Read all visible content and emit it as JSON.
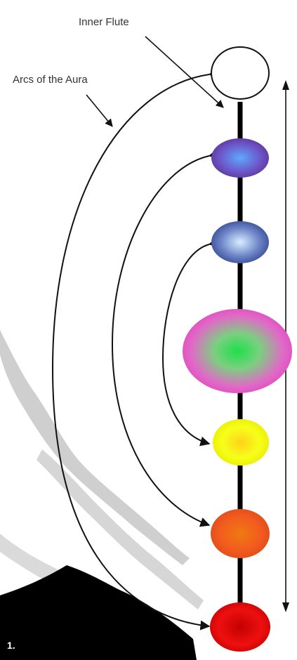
{
  "labels": {
    "inner_flute": "Inner Flute",
    "arcs_of_aura": "Arcs of the Aura",
    "figure_number": "1."
  },
  "chakras": [
    {
      "position": "top",
      "edge": "#111111",
      "outer": "#ffffff",
      "inner": "#ffffff"
    },
    {
      "position": "upper-2",
      "edge": "#5b2f8e",
      "outer": "#7b3fb0",
      "inner": "#5fa8ff"
    },
    {
      "position": "upper-3",
      "edge": "#2a3e8a",
      "outer": "#3c58ad",
      "inner": "#d8f0ff"
    },
    {
      "position": "middle",
      "edge": "#e03cc2",
      "outer": "#ef63cc",
      "inner": "#1ee04a"
    },
    {
      "position": "lower-3",
      "edge": "#e8e800",
      "outer": "#fbff1c",
      "inner": "#ffd21a"
    },
    {
      "position": "lower-2",
      "edge": "#d84a14",
      "outer": "#f25a20",
      "inner": "#f07a10"
    },
    {
      "position": "bottom",
      "edge": "#c00000",
      "outer": "#ee1010",
      "inner": "#c40000"
    }
  ],
  "colors": {
    "flute": "#000000",
    "arc": "#111111",
    "background_shape": "#cfcfcf",
    "dark_shape": "#000000"
  }
}
